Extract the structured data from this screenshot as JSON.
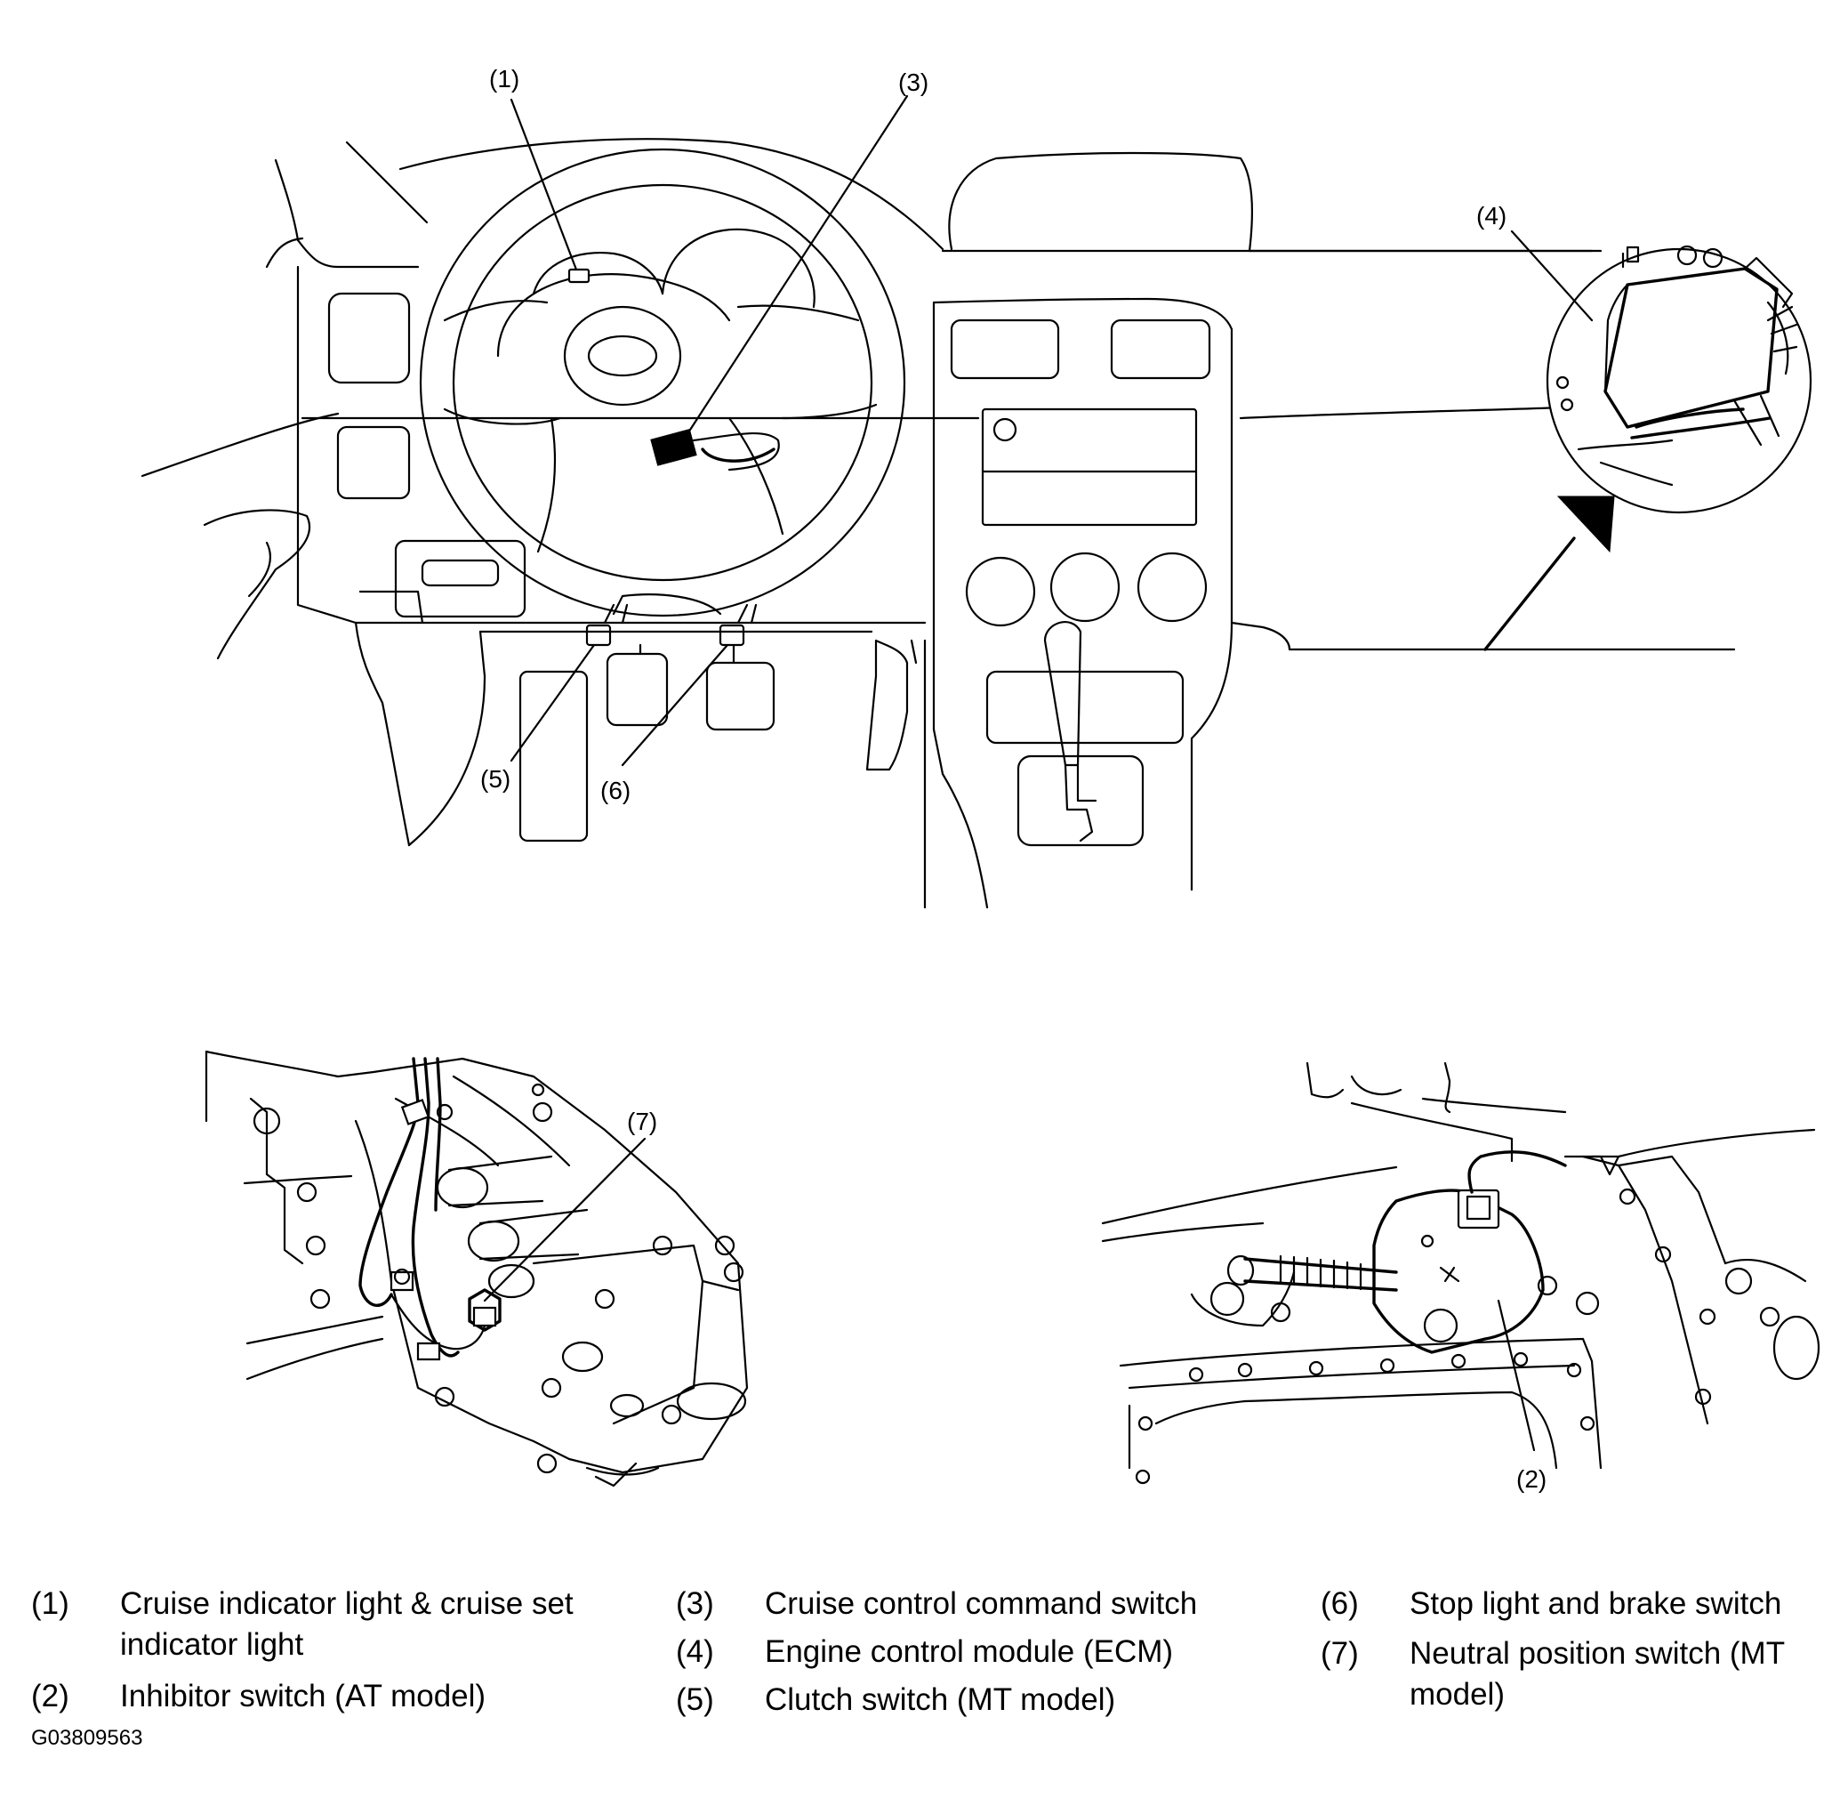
{
  "callouts": {
    "c1": "(1)",
    "c2": "(2)",
    "c3": "(3)",
    "c4": "(4)",
    "c5": "(5)",
    "c6": "(6)",
    "c7": "(7)"
  },
  "legend": [
    {
      "num": "(1)",
      "text": "Cruise indicator light & cruise set indicator light"
    },
    {
      "num": "(2)",
      "text": "Inhibitor switch (AT model)"
    },
    {
      "num": "(3)",
      "text": "Cruise control command switch"
    },
    {
      "num": "(4)",
      "text": "Engine control module (ECM)"
    },
    {
      "num": "(5)",
      "text": "Clutch switch (MT model)"
    },
    {
      "num": "(6)",
      "text": "Stop light and brake switch"
    },
    {
      "num": "(7)",
      "text": "Neutral position switch (MT model)"
    }
  ],
  "figure_code": "G03809563"
}
